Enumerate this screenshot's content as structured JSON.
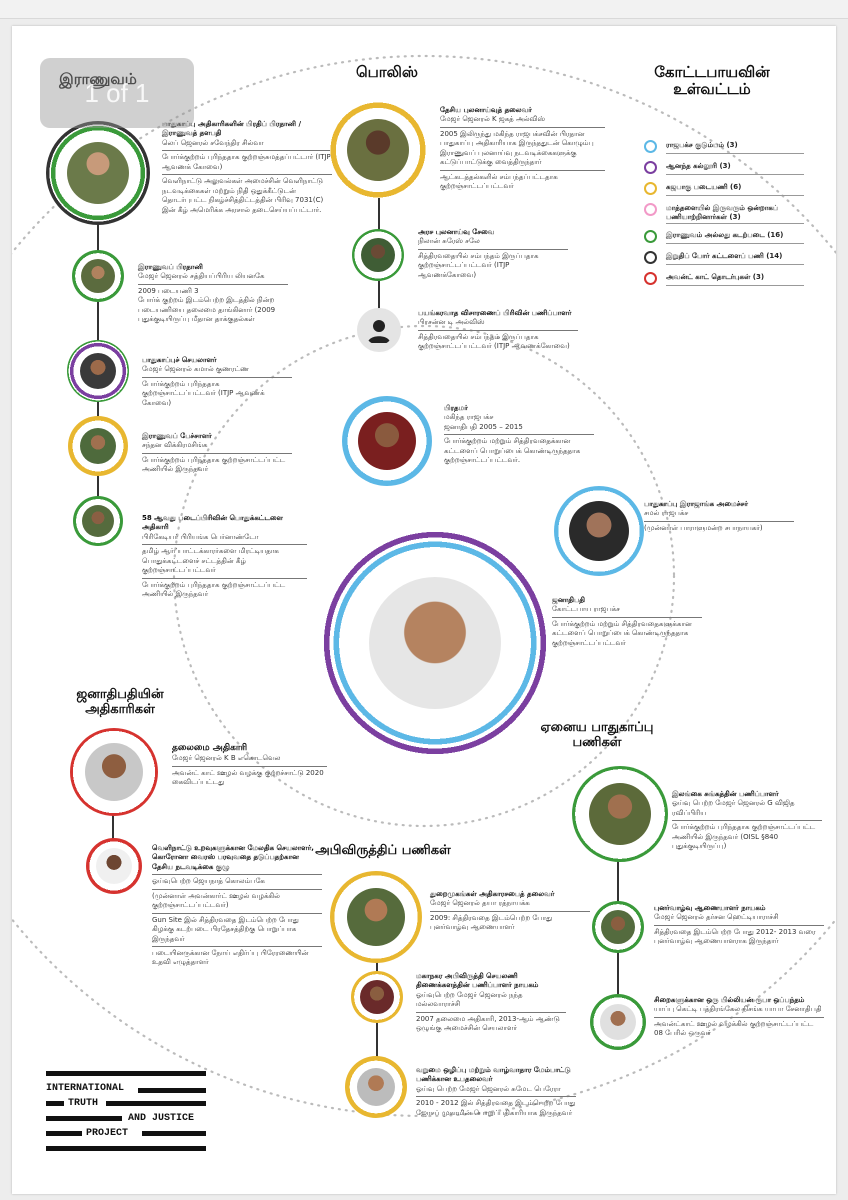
{
  "page_indicator": "1 of 1",
  "sections": {
    "army": "இராணுவம்",
    "police": "பொலிஸ்",
    "inner_circle": "கோட்டபாயவின் உள்வட்டம்",
    "presidential_officers": "ஜனாதிபதியின் அதிகாரிகள்",
    "other_security": "ஏனைய பாதுகாப்பு பணிகள்",
    "development": "அபிவிருத்திப் பணிகள்"
  },
  "legend": [
    {
      "label": "ராஜபக்ச குடும்பம் (3)",
      "color": "#5cb8e6"
    },
    {
      "label": "ஆனந்த கல்லூரி (3)",
      "color": "#7b3fa0"
    },
    {
      "label": "கஜபாகு படையணி (6)",
      "color": "#e8b730"
    },
    {
      "label": "மாத்தளையில் இருவரும் ஒன்றாகப் பணியாற்றினார்கள் (3)",
      "color": "#f29ac8"
    },
    {
      "label": "இராணுவம் அல்லது கடற்படை (16)",
      "color": "#3a9a3a"
    },
    {
      "label": "இறுதிப் போர் கட்டளைப் பணி (14)",
      "color": "#333333"
    },
    {
      "label": "அவன்ட் காட் தொடர்புகள் (3)",
      "color": "#d6332f"
    }
  ],
  "army": [
    {
      "title": "பாதுகாப்பு அதிகாரிகளின் பிரதிப் பிரதானி / இராணுவத் தளபதி",
      "name": "லெப் ஜெனரல் சவேந்திர சில்வா",
      "notes": [
        "போர்க்குற்றம் புரிந்ததாக குற்றஞ்சுமத்தப்பட்டார் (ITJP ஆவணக் கோவை)",
        "வெளிநாட்டு அலுவல்கள் அமைச்சின் வெளிநாட்டு நடவடிக்கைகள் மற்றும் நிதி ஒதுக்கீட்டுடன் தொடர்புபட்ட நிகழ்ச்சித்திட்டத்தின் பிரிவு 7031(C) இன் கீழ் அமெரிக்க அரசால் தடைசெய்யப்பட்டார்."
      ]
    },
    {
      "title": "இராணுவப் பிரதானி",
      "name": "மேஜர் ஜெனரல் சத்தியப்பிரிய லியனகே",
      "notes": [
        "2009 படையணி 3",
        "போர்க் குற்றம் இடம்பெற்ற இடத்தில் நின்ற படையணியை தலைமை தாங்கினார் (2009 புதுக்குடியிருப்பு மீதான தாக்குதல்கள்"
      ]
    },
    {
      "title": "பாதுகாப்புச் செயலாளர்",
      "name": "மேஜர் ஜெனரல் கமால் குணரட்ண",
      "notes": [
        "போர்க்குற்றம் புரிந்ததாக குற்றஞ்சாட்டப்பட்டவர் (ITJP ஆவணக் கோவை)"
      ]
    },
    {
      "title": "இராணுவப் பேச்சாளர்",
      "name": "சந்தன விக்கிரமசிங்க",
      "notes": [
        "போர்க்குற்றம் புரிந்ததாக குற்றஞ்சாட்டப்பட்ட அணியில் இருந்தவர்"
      ]
    },
    {
      "title": "58 ஆவது படைப்பிரிவின் பொதுக்கட்டளை அதிகாரி",
      "name": "பிரிகேடியர் பிரியங்க பெர்னாண்டோ",
      "notes": [
        "தமிழ் ஆர்ப்பாட்டக்காரர்களை மிரட்டியதாக பொதுக்கட்டளைச் சட்டத்தின் கீழ் குற்றஞ்சாட்டப்பட்டவர்",
        "போர்க்குற்றம் புரிந்ததாக குற்றஞ்சாட்டப்பட்ட அணியில் இருந்தவர்"
      ]
    }
  ],
  "police": [
    {
      "title": "தேசிய புலனாய்வுத் தலைவர்",
      "name": "மேஜர் ஜெனரல் K ஜகத் அல்விஸ்",
      "notes": [
        "2005 இலிருந்து மகிந்த ராஜபக்சவின் பிரதான பாதுகாப்பு அதிகாரியாக இருந்ததுடன் கொழும்பு இராணுவப் புலனாய்வு நடவடிக்கைகளுக்கு கட்டுப்பாட்டுக்கு வைத்திருந்தார்",
        "ஆட்கடத்தல்களில் சம்பந்தப்பட்டதாக குற்றஞ்சாட்டப்பட்டவர்"
      ]
    },
    {
      "title": "அரச புலனாய்வு சேவை",
      "name": "நிலான் சுரேஸ் சலே",
      "notes": [
        "சித்திரவதையில் சம்பந்தம் இருப்பதாக குற்றஞ்சாட்டப்பட்டவர் (ITJP ஆவணக்கோவை)"
      ]
    },
    {
      "title": "பயங்கரவாத விசாரணைப் பிரிவின் பணிப்பாளர்",
      "name": "பிரசன்ன டி அல்விஸ்",
      "notes": [
        "சித்திரவதையில் சம்பந்தம் இருப்பதாக குற்றஞ்சாட்டப்பட்டவர் (ITJP ஆவணக்கோவை)"
      ]
    }
  ],
  "pm": {
    "title": "பிரதமர்",
    "name": "மகிந்த ராஜபக்ச",
    "term": "ஜனாதிபதி 2005 – 2015",
    "notes": [
      "போர்க்குற்றம் மற்றும் சித்திரவதைக்கான கட்டளைப் பொறுப்பைக் கொண்டிருந்ததாக குற்றஞ்சாட்டப்பட்டவர்."
    ]
  },
  "defence_minister": {
    "title": "பாதுகாப்பு இராஜாங்க அமைச்சர்",
    "name": "சமல் ராஜபக்ச",
    "notes": [
      "(முன்னாள் பாராளுமன்ற சபாநாயகர்)"
    ]
  },
  "president": {
    "title": "ஜனாதிபதி",
    "name": "கோட்டபாய ராஜபக்ச",
    "notes": [
      "போர்க்குற்றம் மற்றும் சித்திரவதைகளுக்கான கட்டளைப் பொறுப்பைக் கொண்டிருந்ததாக குற்றஞ்சாட்டப்பட்டவர்"
    ]
  },
  "presidential": [
    {
      "title": "தலைமை அதிகாரி",
      "name": "மேஜர் ஜெனரல் K B எகொடவெல",
      "notes": [
        "அவன்ட் காட் ஊழல் வழக்கு குற்றச்சாட்டு 2020 கைவிடப்பட்டது"
      ]
    },
    {
      "title": "வெளிநாட்டு உறவுகளுக்கான மேலதிக செயலாளர், கொரோனா வைரஸ் பரவுவதை தடுப்பதற்கான தேசிய நடவடிக்கை குழு",
      "name": "ஓய்வுபெற்ற ஜெயநாத் கொலம்பகே",
      "notes": [
        "(முன்னாள் அவன்கார்ட் ஊழல் வழக்கில் குற்றஞ்சாட்டப்பட்டவர்)",
        "Gun Site இல் சித்திரவதை இடம்பெற்ற போது கிழக்கு கடற்படை பிரதேசத்திற்கு பொறுப்பாக இருந்தவர்",
        "படையினருக்கான நோய் எதிர்ப்பு பிரேரணையின் உதவி எழுத்தாளர்"
      ]
    }
  ],
  "other_security": [
    {
      "title": "இலங்கை சுங்கத்தின் பணிப்பாளர்",
      "name": "ஓய்வு பெற்ற மேஜர் ஜெனரல் G விஜித ரவிப்பிரிய",
      "notes": [
        "போர்க்குற்றம் புரிந்ததாக குற்றஞ்சாட்டப்பட்ட அணியில் இருந்தவர் (OISL §840 புதுக்குடியிருப்பு)"
      ]
    },
    {
      "title": "புனர்வாழ்வு ஆணையாளர் நாயகம்",
      "name": "மேஜர் ஜெனரல் தர்சன ஹெட்டியாராச்சி",
      "notes": [
        "சித்திரவதை இடம்பெற்ற போது 2012- 2013 வரை புனர்வாழ்வு ஆணையாளராக இருந்தார்"
      ]
    },
    {
      "title": "சிறைகளுக்கான ஒரு பில்லியன் ரூபா ஒப்பந்தம்",
      "name": "யாப்பு கெட்டி பத்திரங்கேல நிசங்க யாபா சேனாதிபதி",
      "notes": [
        "அவன்ட்காட் ஊழல் வழக்கில் குற்றஞ்சாட்டப்பட்ட 08 பேரில் ஒருவர்"
      ]
    }
  ],
  "development": [
    {
      "title": "துறைமுகங்கள் அதிகாரசபைத் தலைவர்",
      "name": "மேஜர் ஜெனரல் தயா ரத்நாயக்க",
      "notes": [
        "2009: சித்திரவதை இடம்பெற்ற போது புனர்வாழ்வு ஆணையாளர்"
      ]
    },
    {
      "title": "மகாநகர அபிவிருத்தி செயலணி திணைக்களத்தின் பணிப்பாளர் நாயகம்",
      "name": "ஓய்வுபெற்ற மேஜர் ஜெனரல் நந்த மல்லவாராச்சி",
      "notes": [
        "2007 தலைமை அதிகாரி, 2013-ஆம் ஆண்டு ஒழுங்கு அமைச்சின் செயலாளர்"
      ]
    },
    {
      "title": "வறுமை ஒழிப்பு மற்றும் வாழ்வாதார மேம்பாட்டு பணிக்கான உபதலைவர்",
      "name": "ஓய்வு பெற்ற மேஜர் ஜெனரல் சுமேட பெரேரா",
      "notes": [
        "2010 - 2012 இல் சித்திரவதை இடம்பெற்ற போது ஜோசப் முகாமின் பொறுப்பதிகாரியாக இருந்தவர்"
      ]
    }
  ],
  "logo": {
    "line1": "INTERNATIONAL",
    "line2": "TRUTH",
    "line3": "AND JUSTICE",
    "line4": "PROJECT"
  }
}
